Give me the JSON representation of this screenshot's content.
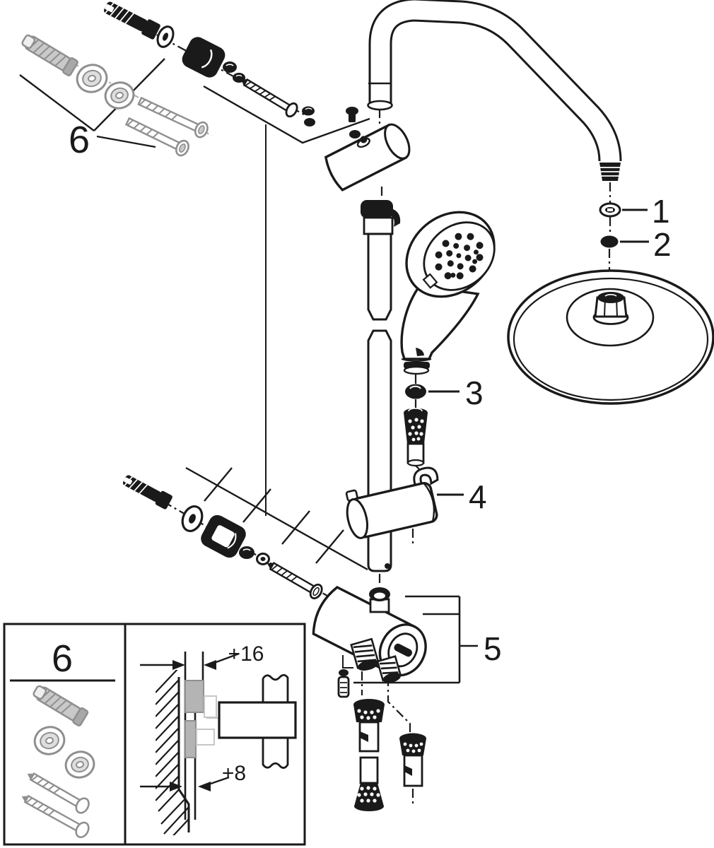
{
  "diagram": {
    "kind": "exploded-parts-technical-drawing",
    "subject": "shower column system with rain head, hand shower and diverter valve",
    "callouts": [
      "1",
      "2",
      "3",
      "4",
      "5",
      "6"
    ],
    "inset": {
      "label": "6",
      "dim_top": "+16",
      "dim_bottom": "+8"
    },
    "colors": {
      "line": "#1a1a1a",
      "gray_part": "#9a9a9a",
      "light_gray": "#c6c6c6",
      "background": "#ffffff"
    }
  }
}
